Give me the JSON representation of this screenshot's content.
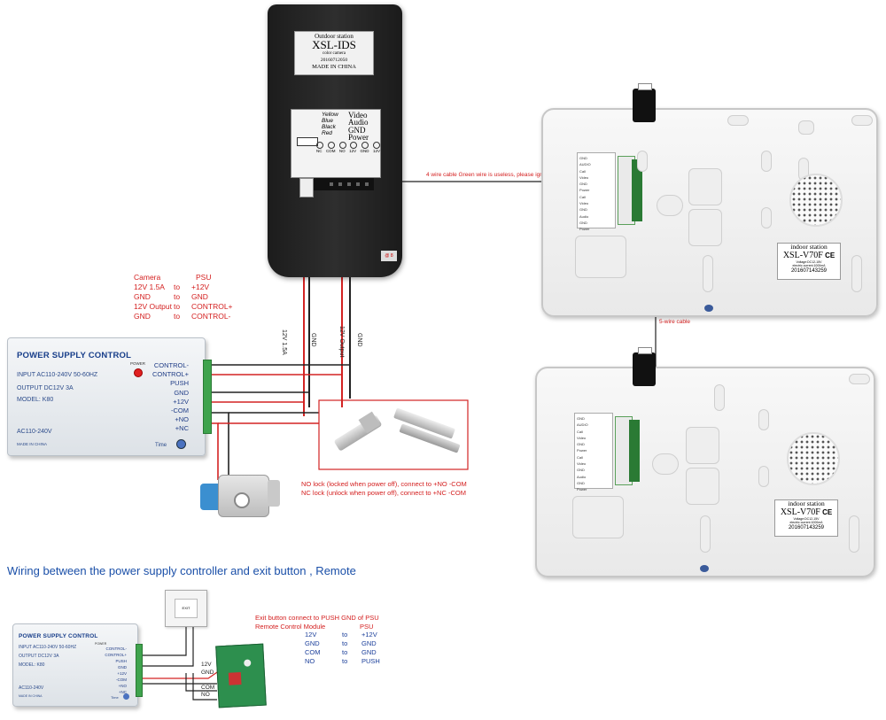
{
  "colors": {
    "annotation_red": "#d42020",
    "heading_blue": "#1a4fa8",
    "psu_blue": "#183e8a",
    "terminal_green": "#3fa34d"
  },
  "outdoor_station": {
    "plate_title": "Outdoor station",
    "model": "XSL-IDS",
    "sub": "color camera",
    "serial": "20160712050",
    "made_in": "MADE IN CHINA",
    "wire_colors": [
      "Yellow",
      "Blue",
      "Black",
      "Red"
    ],
    "wire_functions": [
      "Video",
      "Audio",
      "GND",
      "Power"
    ],
    "pin_labels": [
      "NC",
      "COM",
      "NO",
      "12V",
      "GND",
      "12V"
    ],
    "tag": "@ 8"
  },
  "camera_psu_table": {
    "header": [
      "Camera",
      "PSU"
    ],
    "rows": [
      [
        "12V 1.5A",
        "to",
        "+12V"
      ],
      [
        "GND",
        "to",
        "GND"
      ],
      [
        "12V Output",
        "to",
        "CONTROL+"
      ],
      [
        "GND",
        "to",
        "CONTROL-"
      ]
    ]
  },
  "wire_labels": {
    "v12_15a": "12V 1.5A",
    "gnd_1": "GND",
    "v12_output": "12V Output",
    "gnd_2": "GND",
    "four_wire": "4 wire cable Green wire is useless, please ignore it",
    "five_wire": "5-wire cable"
  },
  "psu_main": {
    "title": "POWER SUPPLY CONTROL",
    "power_label": "POWER",
    "input": "INPUT  AC110-240V  50-60HZ",
    "output": "OUTPUT  DC12V  3A",
    "model": "MODEL: K80",
    "ac": "AC110-240V",
    "made": "MADE IN CHINA",
    "time": "Time",
    "terminals": [
      "CONTROL-",
      "CONTROL+",
      "PUSH",
      "GND",
      "+12V",
      "-COM",
      "+NO",
      "+NC"
    ]
  },
  "lock_notes": {
    "line1": "NO lock (locked when power off), connect to +NO -COM",
    "line2": "NC lock (unlock when power off), connect to +NC -COM"
  },
  "indoor_top": {
    "title": "indoor station",
    "model": "XSL-V70F",
    "sub1": "Voltage:DC12-15V",
    "sub2": "electric current:1000mA",
    "serial": "201607143259",
    "ce": "CE",
    "port_labels": [
      "GND",
      "AUDIO",
      "Call",
      "Video",
      "GND",
      "Power",
      "Call",
      "Video",
      "GND",
      "Audio",
      "GND",
      "Power"
    ]
  },
  "indoor_bottom": {
    "title": "indoor station",
    "model": "XSL-V70F",
    "sub1": "Voltage:DC12-15V",
    "sub2": "electric current:1000mA",
    "serial": "201607143259",
    "ce": "CE",
    "port_labels": [
      "GND",
      "AUDIO",
      "Call",
      "Video",
      "GND",
      "Power",
      "Call",
      "Video",
      "GND",
      "Audio",
      "GND",
      "Power"
    ]
  },
  "heading": "Wiring between the power supply controller and exit button , Remote",
  "psu_small": {
    "title": "POWER SUPPLY CONTROL",
    "input": "INPUT  AC110-240V  50-60HZ",
    "output": "OUTPUT  DC12V  3A",
    "model": "MODEL: K80",
    "ac": "AC110-240V",
    "made": "MADE IN CHINA",
    "power": "POWER",
    "time": "Time",
    "terminals": [
      "CONTROL-",
      "CONTROL+",
      "PUSH",
      "GND",
      "+12V",
      "-COM",
      "+NO",
      "+NC"
    ]
  },
  "remote_module_labels": [
    "12V",
    "GND",
    "COM",
    "NO"
  ],
  "exit_button_text": "EXIT",
  "exit_remote_table": {
    "line1": "Exit button connect to PUSH GND of PSU",
    "line2": [
      "Remote Control Module",
      "PSU"
    ],
    "rows": [
      [
        "12V",
        "to",
        "+12V"
      ],
      [
        "GND",
        "to",
        "GND"
      ],
      [
        "COM",
        "to",
        "GND"
      ],
      [
        "NO",
        "to",
        "PUSH"
      ]
    ]
  }
}
